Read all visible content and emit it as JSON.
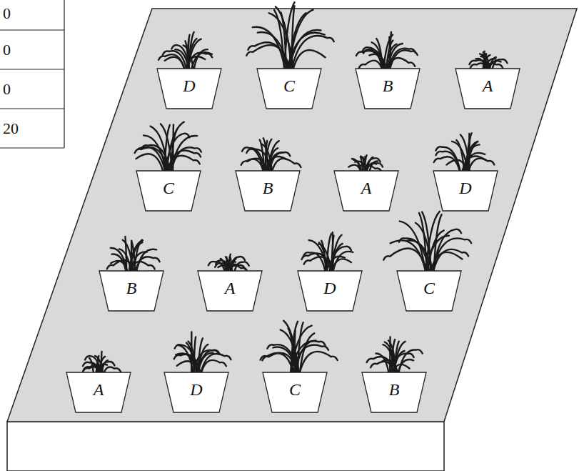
{
  "diagram": {
    "nodes": [
      {
        "text": [
          "D"
        ]
      },
      {
        "text": [
          "C"
        ]
      },
      {
        "text": [
          "B"
        ]
      },
      {
        "text": [
          "A"
        ]
      },
      {
        "text": [
          "C"
        ]
      },
      {
        "text": [
          "B"
        ]
      },
      {
        "text": [
          "A"
        ]
      },
      {
        "text": [
          "D"
        ]
      },
      {
        "text": [
          "B"
        ]
      },
      {
        "text": [
          "A"
        ]
      },
      {
        "text": [
          "D"
        ]
      },
      {
        "text": [
          "C"
        ]
      },
      {
        "text": [
          "A"
        ]
      },
      {
        "text": [
          "D"
        ]
      },
      {
        "text": [
          "C"
        ]
      },
      {
        "text": [
          "B"
        ]
      }
    ],
    "labels": [
      "0",
      "0",
      "0",
      "20"
    ]
  }
}
